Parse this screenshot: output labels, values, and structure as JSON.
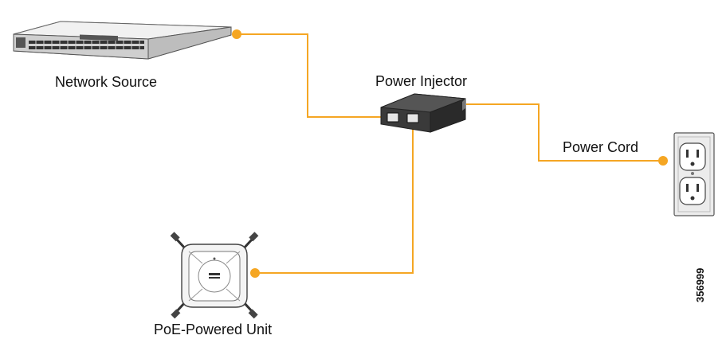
{
  "labels": {
    "network_source": "Network Source",
    "power_injector": "Power Injector",
    "power_cord": "Power Cord",
    "poe_unit": "PoE-Powered Unit",
    "figure_id": "356999"
  },
  "colors": {
    "cable": "#f5a623",
    "device_dark": "#3a3a3a",
    "device_light": "#e6e6e6",
    "outline": "#444444"
  },
  "icons": {
    "network_source": "network-switch-icon",
    "power_injector": "power-injector-icon",
    "outlet": "wall-outlet-icon",
    "poe_unit": "access-point-icon"
  }
}
